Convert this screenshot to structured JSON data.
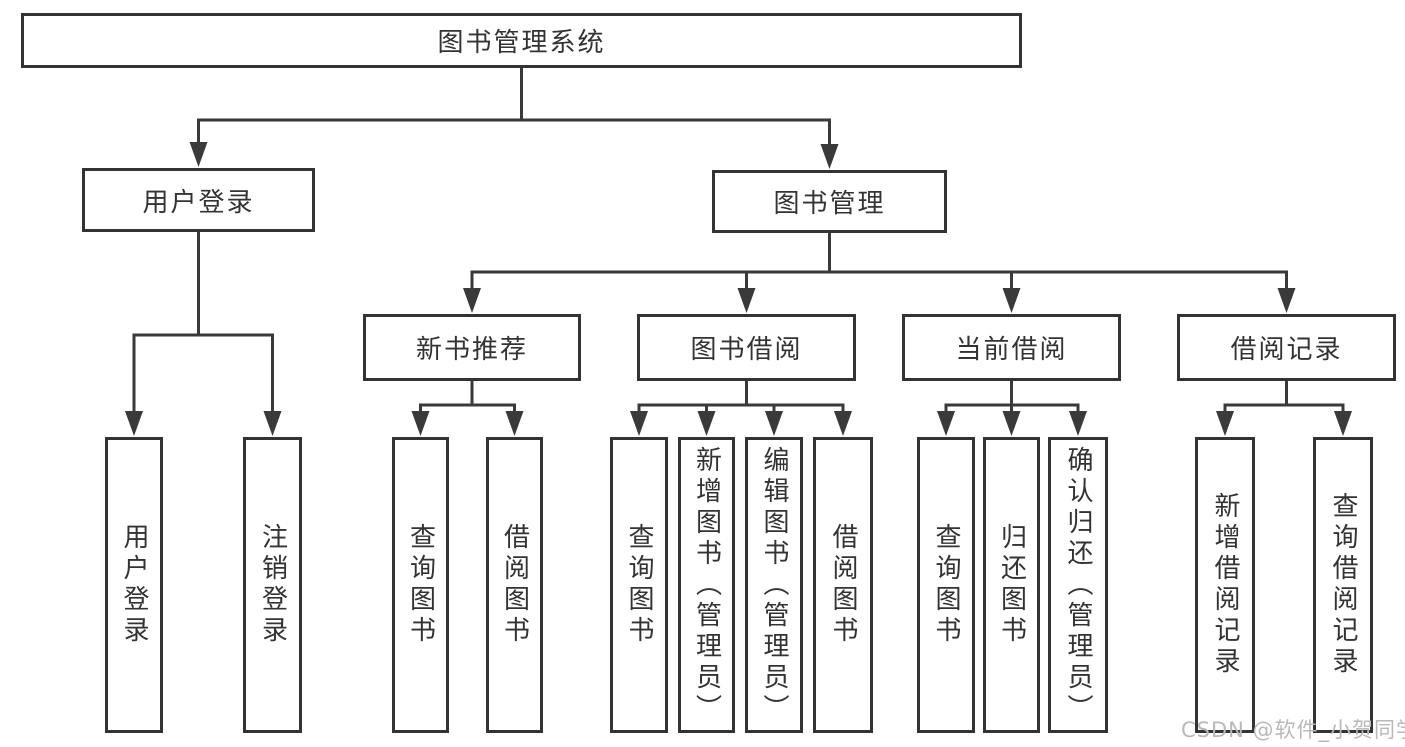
{
  "colors": {
    "line": "#3a3a3a",
    "box_border": "#333333",
    "box_background": "#ffffff",
    "text": "#333333",
    "watermark_text": "#b9b9b9"
  },
  "watermark": "CSDN @软件_小贺同学",
  "tree": {
    "label": "图书管理系统",
    "children": [
      {
        "label": "用户登录",
        "children": [
          {
            "label": "用户登录"
          },
          {
            "label": "注销登录"
          }
        ]
      },
      {
        "label": "图书管理",
        "children": [
          {
            "label": "新书推荐",
            "children": [
              {
                "label": "查询图书"
              },
              {
                "label": "借阅图书"
              }
            ]
          },
          {
            "label": "图书借阅",
            "children": [
              {
                "label": "查询图书"
              },
              {
                "label": "新增图书（管理员）"
              },
              {
                "label": "编辑图书（管理员）"
              },
              {
                "label": "借阅图书"
              }
            ]
          },
          {
            "label": "当前借阅",
            "children": [
              {
                "label": "查询图书"
              },
              {
                "label": "归还图书"
              },
              {
                "label": "确认归还（管理员）"
              }
            ]
          },
          {
            "label": "借阅记录",
            "children": [
              {
                "label": "新增借阅记录"
              },
              {
                "label": "查询借阅记录"
              }
            ]
          }
        ]
      }
    ]
  }
}
